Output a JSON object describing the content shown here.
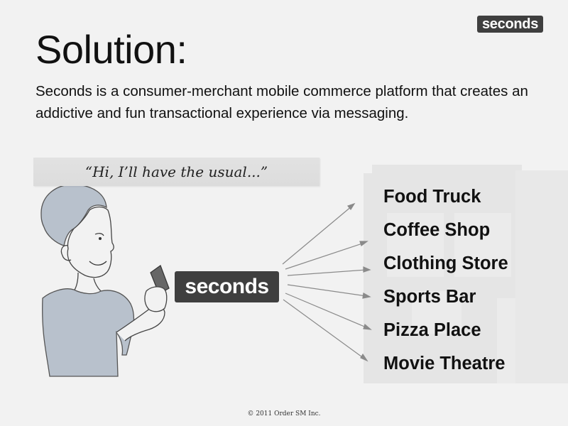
{
  "logo": {
    "text": "seconds"
  },
  "slide": {
    "title": "Solution:",
    "subtitle": "Seconds is a consumer-merchant mobile commerce platform that creates an addictive and fun transactional experience via messaging.",
    "quote": "“Hi, I’ll have the usual...”",
    "center_badge": "seconds",
    "merchants": [
      "Food Truck",
      "Coffee Shop",
      "Clothing Store",
      "Sports Bar",
      "Pizza Place",
      "Movie Theatre"
    ],
    "copyright": "© 2011 Order SM Inc."
  },
  "colors": {
    "background": "#f2f2f2",
    "badge": "#3f3f3f",
    "building": "#e4e4e4",
    "arrow": "#8a8a8a"
  },
  "icons": [
    "person-sketch-icon",
    "building-icon",
    "arrow-icon"
  ]
}
